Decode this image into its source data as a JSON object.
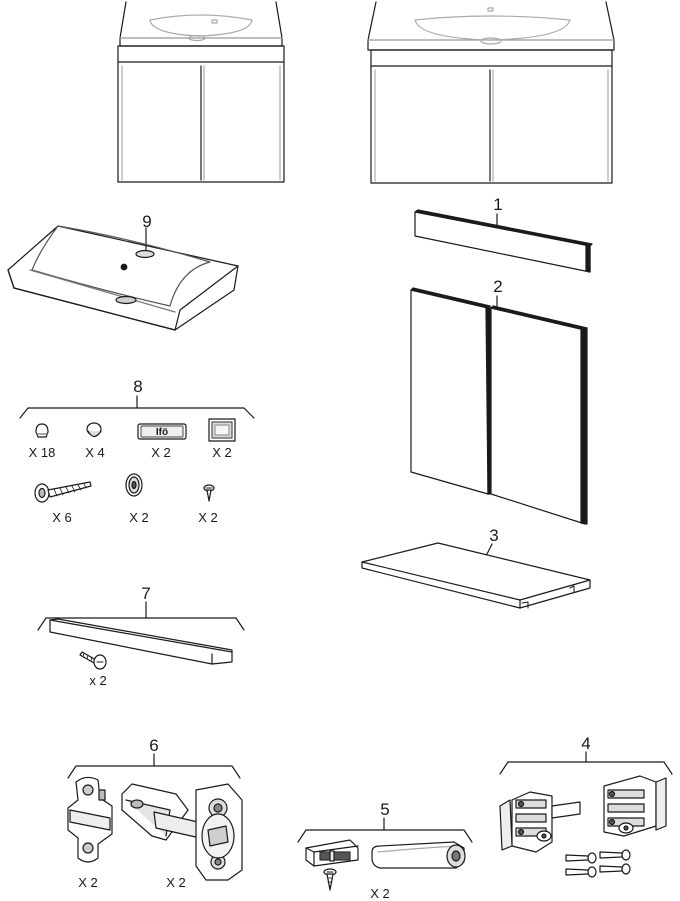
{
  "parts": {
    "p1": {
      "label": "1"
    },
    "p2": {
      "label": "2"
    },
    "p3": {
      "label": "3"
    },
    "p4": {
      "label": "4"
    },
    "p5": {
      "label": "5",
      "qty": "X 2"
    },
    "p6": {
      "label": "6",
      "qty_a": "X 2",
      "qty_b": "X 2"
    },
    "p7": {
      "label": "7",
      "qty": "x 2"
    },
    "p8": {
      "label": "8",
      "qty_knob_small": "X 18",
      "qty_knob": "X 4",
      "qty_label_plate": "X 2",
      "qty_pad": "X 2",
      "qty_bolt": "X 6",
      "qty_washer": "X 2",
      "qty_screw": "X 2",
      "plate_text": "Ifö"
    },
    "p9": {
      "label": "9"
    }
  },
  "colors": {
    "line": "#1a1a1a",
    "fill_light": "#f2f2f2",
    "fill_mid": "#cfcfcf",
    "fill_dark": "#7a7a7a"
  }
}
